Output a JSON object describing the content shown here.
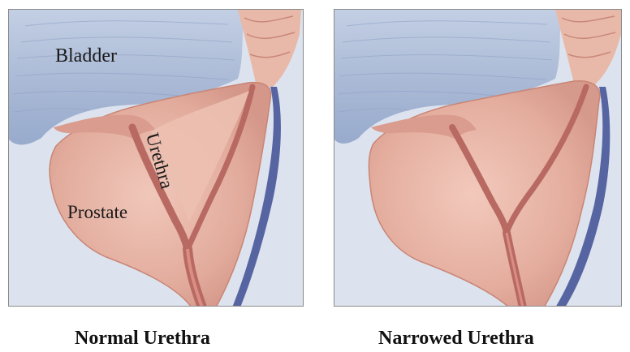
{
  "left_panel": {
    "bladder_label": "Bladder",
    "urethra_label": "Urethra",
    "prostate_label": "Prostate",
    "caption": "Normal Urethra"
  },
  "right_panel": {
    "caption": "Narrowed Urethra"
  },
  "colors": {
    "bladder": "#a9b8d4",
    "bladder_shadow": "#8d9fc2",
    "prostate": "#dfa79a",
    "prostate_light": "#ecc2b4",
    "urethra": "#c9786f",
    "outline": "#b0625c",
    "background": "#dce3ef",
    "edge_blue": "#3e4f93"
  }
}
